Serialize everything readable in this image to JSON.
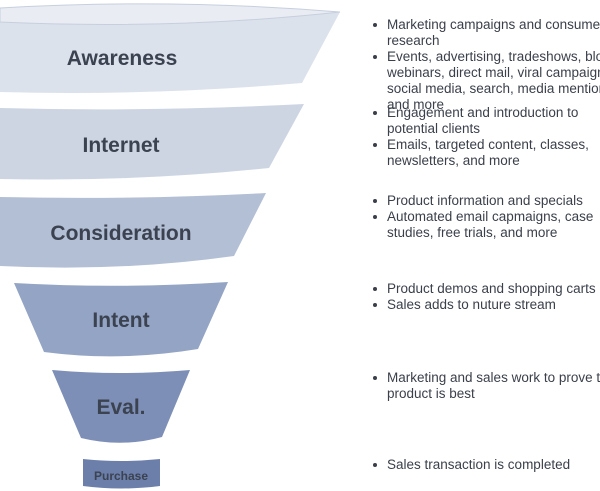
{
  "stages": [
    {
      "label": "Awareness",
      "color": "#dce2ec",
      "bullets": [
        "Marketing campaigns and consumer research",
        "Events, advertising, tradeshows, blogs, webinars, direct mail, viral campaigns, social media, search, media mentions, and more"
      ]
    },
    {
      "label": "Internet",
      "color": "#cdd5e3",
      "bullets": [
        "Engagement and introduction to potential clients",
        "Emails, targeted content, classes, newsletters, and more"
      ]
    },
    {
      "label": "Consideration",
      "color": "#b3bfd5",
      "bullets": [
        "Product information and specials",
        "Automated email capmaigns, case studies, free trials, and more"
      ]
    },
    {
      "label": "Intent",
      "color": "#94a4c4",
      "bullets": [
        "Product demos and shopping carts",
        "Sales adds to nuture stream"
      ]
    },
    {
      "label": "Eval.",
      "color": "#7d8fb6",
      "bullets": [
        "Marketing and sales work to prove their product is best"
      ]
    },
    {
      "label": "Purchase",
      "color": "#6c7fab",
      "bullets": [
        "Sales transaction is completed"
      ]
    }
  ]
}
